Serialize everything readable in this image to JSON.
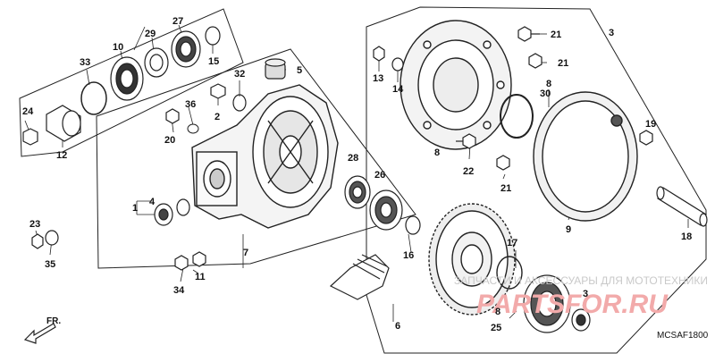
{
  "diagram": {
    "code": "MCSAF1800",
    "front_label": "FR.",
    "watermark_text": "ЗАПЧАСТИ И АКСЕССУАРЫ ДЛЯ МОТОТЕХНИКИ",
    "watermark_brand": "PARTSFOR.RU",
    "part_numbers": [
      {
        "id": "p1",
        "text": "1"
      },
      {
        "id": "p2",
        "text": "2"
      },
      {
        "id": "p3a",
        "text": "3"
      },
      {
        "id": "p3b",
        "text": "3"
      },
      {
        "id": "p4",
        "text": "4"
      },
      {
        "id": "p5",
        "text": "5"
      },
      {
        "id": "p6",
        "text": "6"
      },
      {
        "id": "p7",
        "text": "7"
      },
      {
        "id": "p8a",
        "text": "8"
      },
      {
        "id": "p8b",
        "text": "8"
      },
      {
        "id": "p8c",
        "text": "8"
      },
      {
        "id": "p9",
        "text": "9"
      },
      {
        "id": "p10",
        "text": "10"
      },
      {
        "id": "p11",
        "text": "11"
      },
      {
        "id": "p12",
        "text": "12"
      },
      {
        "id": "p13",
        "text": "13"
      },
      {
        "id": "p14",
        "text": "14"
      },
      {
        "id": "p15",
        "text": "15"
      },
      {
        "id": "p16",
        "text": "16"
      },
      {
        "id": "p17",
        "text": "17"
      },
      {
        "id": "p18",
        "text": "18"
      },
      {
        "id": "p19",
        "text": "19"
      },
      {
        "id": "p20",
        "text": "20"
      },
      {
        "id": "p21a",
        "text": "21"
      },
      {
        "id": "p21b",
        "text": "21"
      },
      {
        "id": "p21c",
        "text": "21"
      },
      {
        "id": "p22",
        "text": "22"
      },
      {
        "id": "p23",
        "text": "23"
      },
      {
        "id": "p24",
        "text": "24"
      },
      {
        "id": "p25",
        "text": "25"
      },
      {
        "id": "p26",
        "text": "26"
      },
      {
        "id": "p27",
        "text": "27"
      },
      {
        "id": "p28",
        "text": "28"
      },
      {
        "id": "p29",
        "text": "29"
      },
      {
        "id": "p30",
        "text": "30"
      },
      {
        "id": "p32",
        "text": "32"
      },
      {
        "id": "p33",
        "text": "33"
      },
      {
        "id": "p34",
        "text": "34"
      },
      {
        "id": "p35",
        "text": "35"
      },
      {
        "id": "p36",
        "text": "36"
      }
    ]
  }
}
